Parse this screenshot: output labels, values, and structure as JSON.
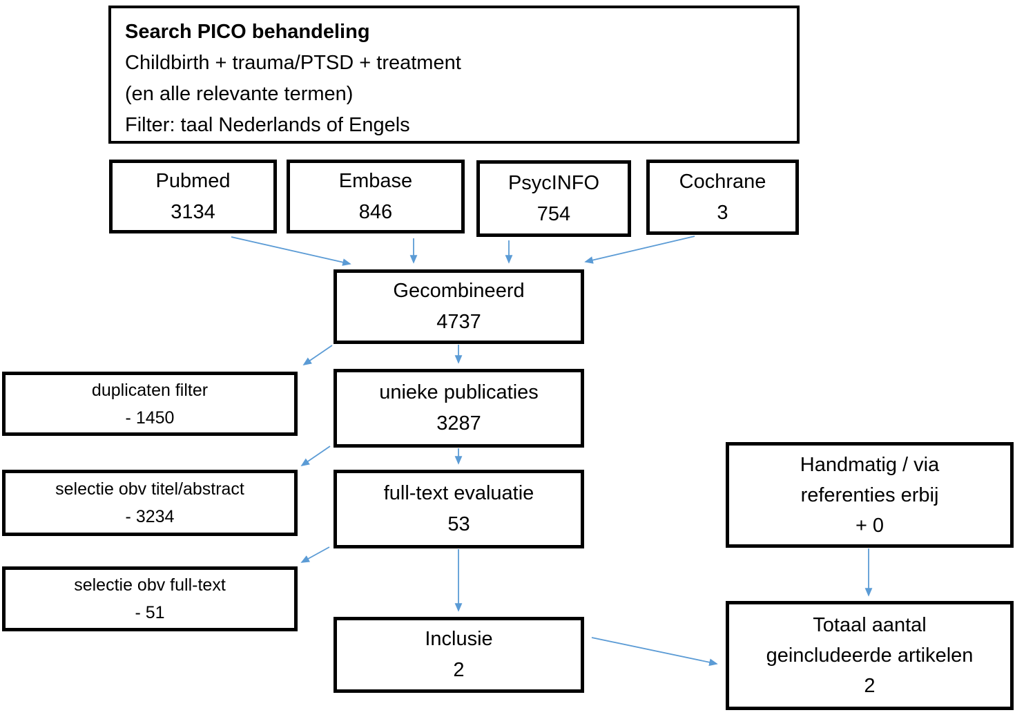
{
  "search_box": {
    "title": "Search PICO behandeling",
    "lines": [
      "Childbirth + trauma/PTSD + treatment",
      "(en alle relevante termen)",
      "Filter: taal Nederlands of Engels"
    ]
  },
  "sources": [
    {
      "label": "Pubmed",
      "count": "3134"
    },
    {
      "label": "Embase",
      "count": "846"
    },
    {
      "label": "PsycINFO",
      "count": "754"
    },
    {
      "label": "Cochrane",
      "count": "3"
    }
  ],
  "flow": {
    "combined": {
      "label": "Gecombineerd",
      "count": "4737"
    },
    "unique": {
      "label": "unieke publicaties",
      "count": "3287"
    },
    "fulltext": {
      "label": "full-text evaluatie",
      "count": "53"
    },
    "inclusion": {
      "label": "Inclusie",
      "count": "2"
    }
  },
  "exclusions": [
    {
      "label": "duplicaten filter",
      "count": "- 1450"
    },
    {
      "label": "selectie obv titel/abstract",
      "count": "- 3234"
    },
    {
      "label": "selectie obv full-text",
      "count": "- 51"
    }
  ],
  "side": {
    "manual": {
      "line1": "Handmatig / via",
      "line2": "referenties erbij",
      "count": "+ 0"
    },
    "total": {
      "line1": "Totaal aantal",
      "line2": "geincludeerde artikelen",
      "count": "2"
    }
  },
  "colors": {
    "arrow": "#5B9BD5",
    "border": "#000000",
    "background": "#FFFFFF",
    "text": "#000000"
  }
}
